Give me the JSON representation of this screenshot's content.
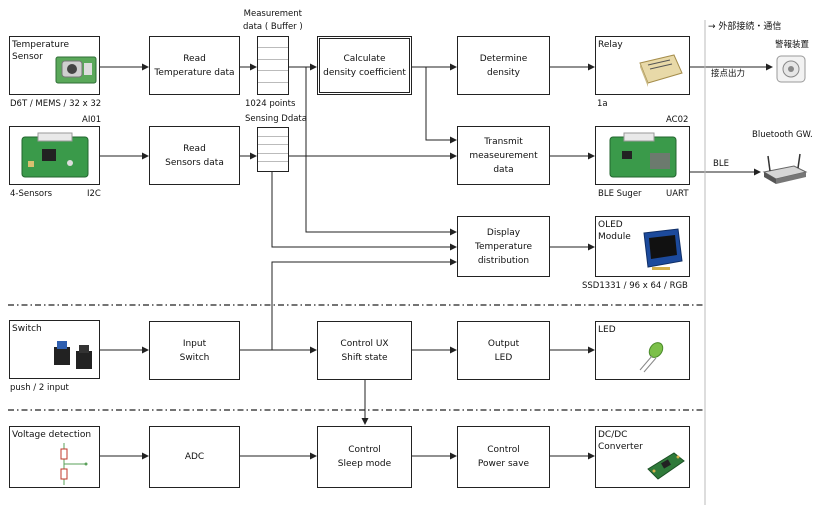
{
  "header": {
    "external_label": "→ 外部接続・通信"
  },
  "row1": {
    "sensor_title": "Temperature\nSensor",
    "sensor_caption": "D6T / MEMS / 32 x 32",
    "read_temp": "Read\nTemperature data",
    "buffer_label": "Measurement\ndata ( Buffer )",
    "points_label": "1024 points",
    "calc": "Calculate\ndensity coefficient",
    "determine": "Determine\ndensity",
    "relay_title": "Relay",
    "relay_caption": "1a",
    "contact_out": "接点出力",
    "alarm": "警報装置"
  },
  "row2": {
    "ai01": "AI01",
    "sensors_caption": "4-Sensors",
    "i2c": "I2C",
    "read_sensors": "Read\nSensors data",
    "sensing_label": "Sensing Ddata",
    "transmit": "Transmit\nmeaseurement\ndata",
    "ac02": "AC02",
    "ble_suger": "BLE Suger",
    "uart": "UART",
    "ble": "BLE",
    "gateway": "Bluetooth GW."
  },
  "row3": {
    "display": "Display\nTemperature\ndistribution",
    "oled_title": "OLED\nModule",
    "oled_caption": "SSD1331 / 96 x 64 / RGB"
  },
  "row4": {
    "switch_title": "Switch",
    "switch_caption": "push / 2 input",
    "input_switch": "Input\nSwitch",
    "control_ux": "Control UX\nShift state",
    "output_led": "Output\nLED",
    "led_title": "LED"
  },
  "row5": {
    "voltage_title": "Voltage detection",
    "adc": "ADC",
    "sleep": "Control\nSleep mode",
    "power": "Control\nPower save",
    "dcdc_title": "DC/DC\nConverter"
  },
  "colors": {
    "line": "#222222",
    "pcb_green": "#3a9a4a",
    "led_green": "#7cc04a"
  }
}
